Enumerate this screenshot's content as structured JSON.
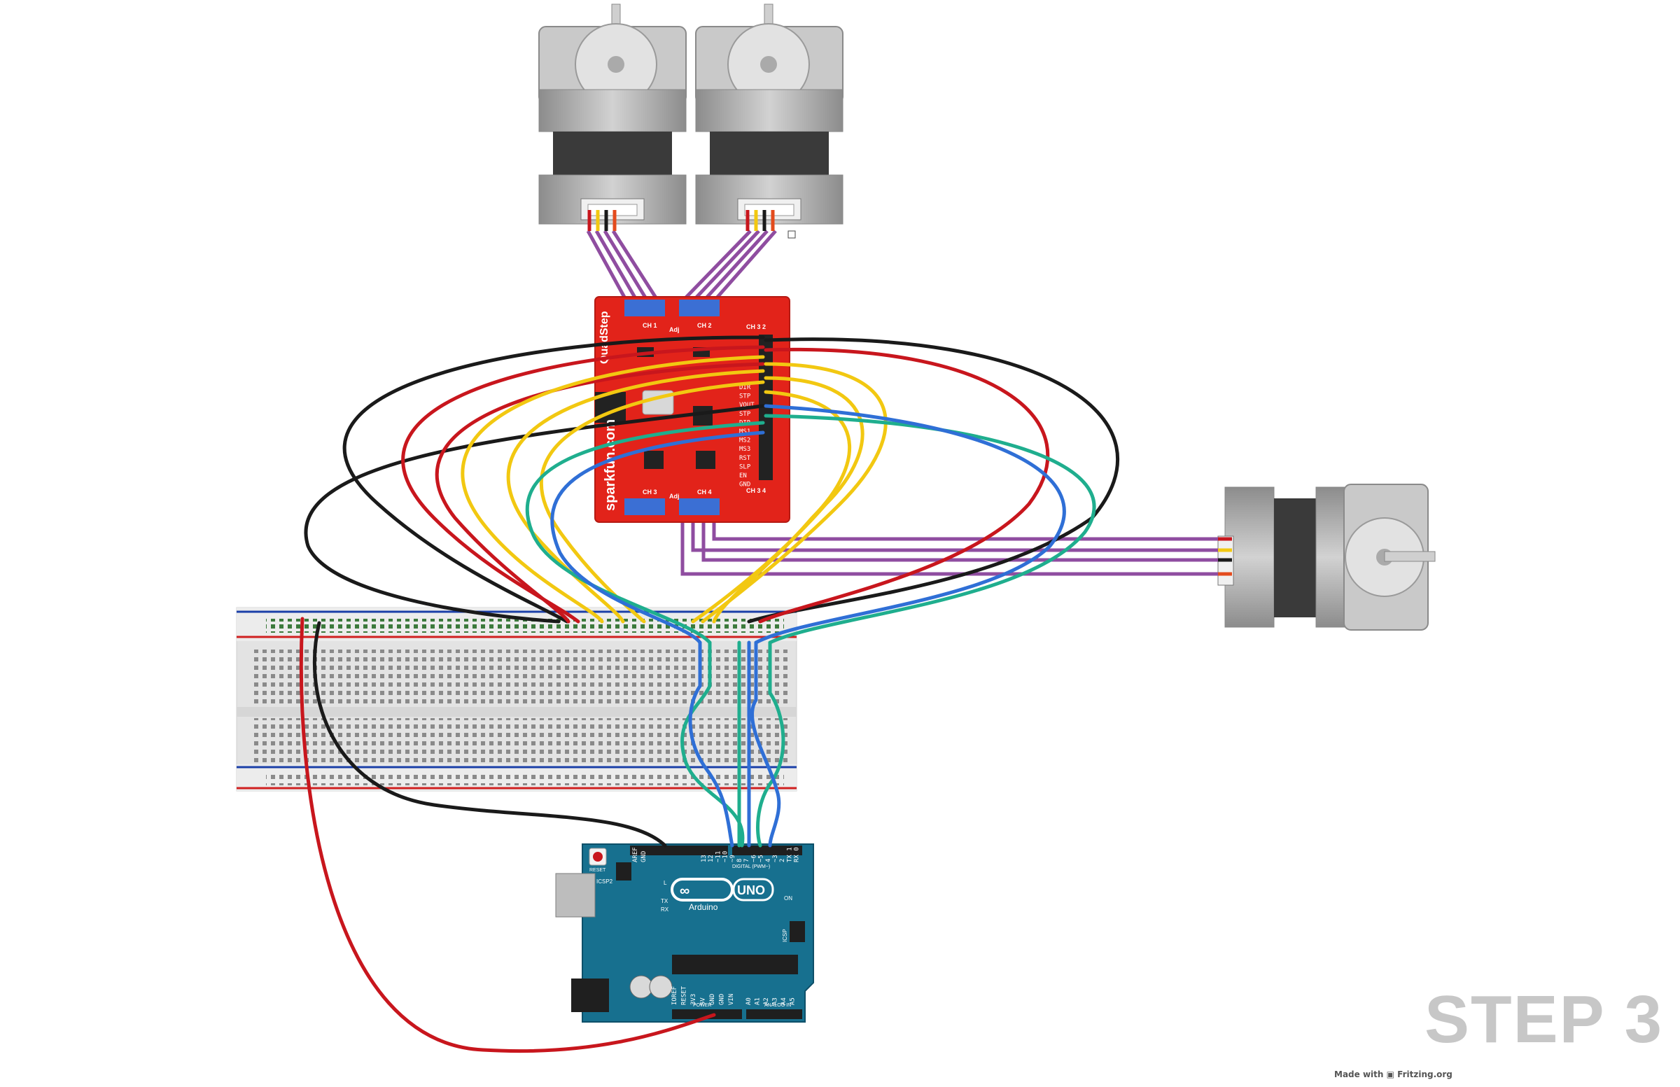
{
  "step": {
    "label": "STEP 3"
  },
  "credit": {
    "prefix": "Made with",
    "brand": "Fritzing.org"
  },
  "driver_board": {
    "brand": "sparkfun.com",
    "product": "QuadStep",
    "channels": [
      "CH 1",
      "CH 2",
      "CH 3",
      "CH 4"
    ],
    "adj": "Adj",
    "pin_labels": [
      "DIR",
      "STP",
      "VOUT",
      "STP",
      "DIR",
      "MS1",
      "MS2",
      "MS3",
      "RST",
      "SLP",
      "EN",
      "GND"
    ],
    "header_top": "CH 3 2",
    "header_bottom": "CH 3 4"
  },
  "arduino": {
    "reset": "RESET",
    "icsp2": "ICSP2",
    "icsp": "ICSP",
    "logo": "UNO",
    "brand": "Arduino",
    "tx": "TX",
    "rx": "RX",
    "l": "L",
    "on": "ON",
    "digital": "DIGITAL (PWM~)",
    "power": "POWER",
    "analog": "ANALOG IN",
    "aref": "AREF",
    "gnd": "GND",
    "digital_pins": [
      "13",
      "12",
      "~11",
      "~10",
      "~9",
      "8",
      "7",
      "~6",
      "~5",
      "4",
      "~3",
      "2",
      "TX 1",
      "RX 0"
    ],
    "power_pins": [
      "IOREF",
      "RESET",
      "3V3",
      "5V",
      "GND",
      "GND",
      "VIN"
    ],
    "analog_pins": [
      "A0",
      "A1",
      "A2",
      "A3",
      "A4",
      "A5"
    ]
  },
  "colors": {
    "red_wire": "#c8161d",
    "black_wire": "#1a1a1a",
    "yellow_wire": "#f2c811",
    "green_wire": "#1fae8e",
    "blue_wire": "#2f6fd6",
    "purple_wire": "#8f4da0",
    "driver_pcb": "#e2231a",
    "arduino_pcb": "#17708f",
    "step_text": "#c7c7c7"
  }
}
